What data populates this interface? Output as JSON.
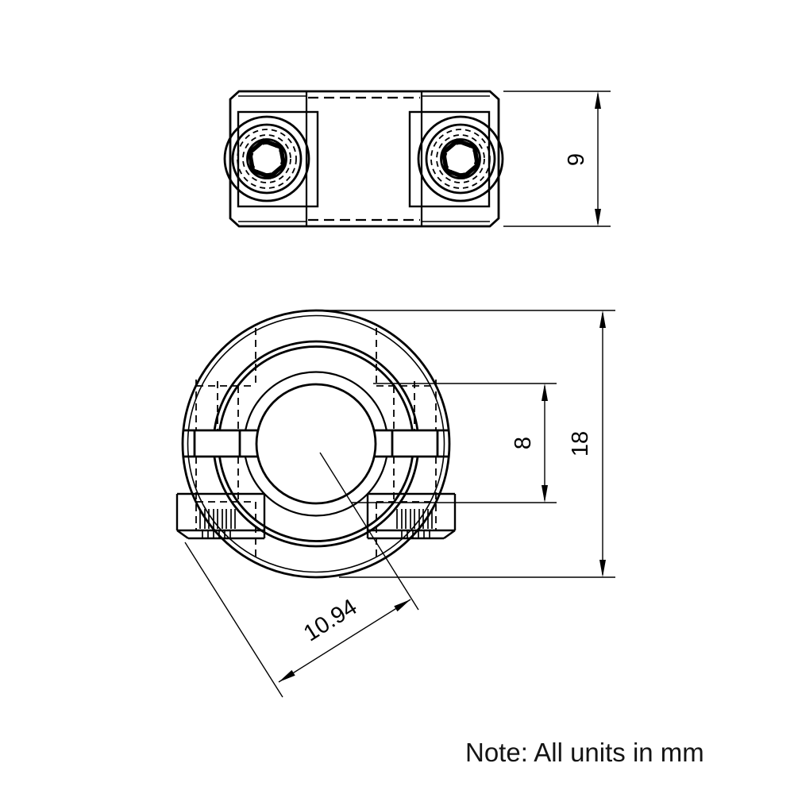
{
  "drawing": {
    "note": "Note: All units in mm",
    "dimensions": {
      "side_height": "9",
      "bore_diameter": "8",
      "outer_diameter": "18",
      "corner_to_center": "10.94"
    }
  },
  "colors": {
    "line": "#000000",
    "background": "#ffffff",
    "note_text": "#141414"
  }
}
